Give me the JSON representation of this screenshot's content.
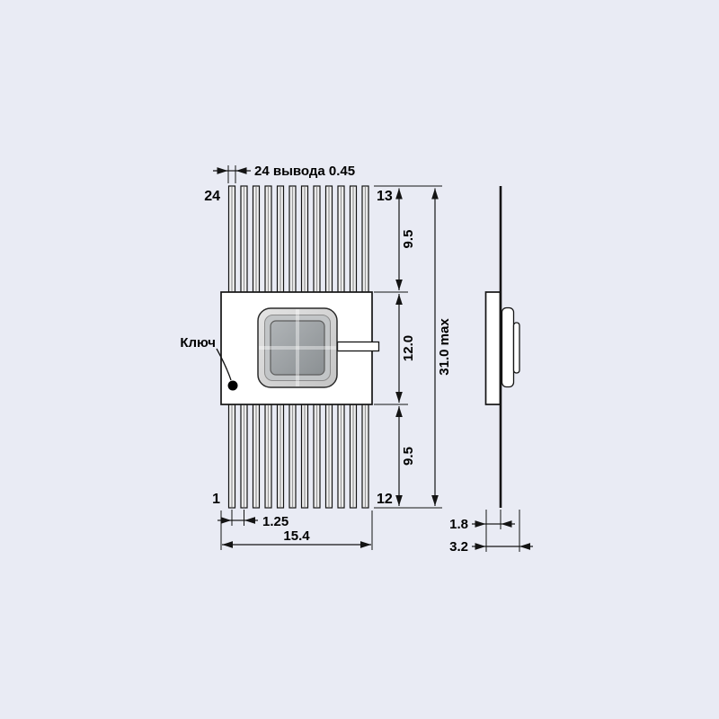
{
  "colors": {
    "background": "#e9ebf4",
    "line": "#141414",
    "body_fill": "#ffffff",
    "lid_fill": "#d6d6d6",
    "lid_window": "#9aa0a3"
  },
  "labels": {
    "lead_count_note": "24 вывода 0.45",
    "pin_24": "24",
    "pin_13": "13",
    "pin_1": "1",
    "pin_12": "12",
    "key_marker": "Ключ"
  },
  "dimensions": {
    "upper_lead_length": "9.5",
    "body_height": "12.0",
    "overall_length": "31.0 max",
    "lower_lead_length": "9.5",
    "lead_pitch": "1.25",
    "body_width": "15.4",
    "side_thickness_body": "1.8",
    "side_thickness_total": "3.2"
  },
  "package": {
    "pins_per_row": 12,
    "total_pins": 24
  }
}
